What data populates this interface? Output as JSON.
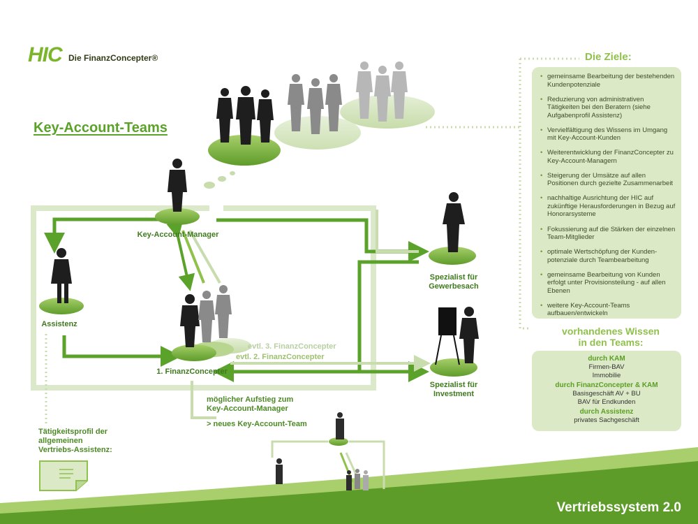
{
  "logo": {
    "brand": "HIC",
    "subtitle": "Die FinanzConcepter®"
  },
  "title": "Key-Account-Teams",
  "roles": {
    "kam": "Key-Account-Manager",
    "assistenz": "Assistenz",
    "finanzconcepter": "1. FinanzConcepter",
    "fc3": "evtl. 3. FinanzConcepter",
    "fc2": "evtl. 2. FinanzConcepter",
    "spezialist_gewerbe": [
      "Spezialist für",
      "Gewerbesach"
    ],
    "spezialist_invest": [
      "Spezialist für",
      "Investment"
    ]
  },
  "aufstieg": {
    "line1": "möglicher Aufstieg zum",
    "line2": "Key-Account-Manager",
    "line3": "> neues Key-Account-Team"
  },
  "taetigkeit": [
    "Tätigkeitsprofil der",
    "allgemeinen",
    "Vertriebs-Assistenz:"
  ],
  "ziele": {
    "heading": "Die Ziele:",
    "items": [
      "gemeinsame Bearbeitung der bestehenden Kundenpotenziale",
      "Reduzierung von administrativen Tätigkeiten bei den Beratern (siehe Aufgabenprofil Assistenz)",
      "Vervielfältigung des Wissens im Umgang mit Key-Account-Kunden",
      "Weiterentwicklung der FinanzConcepter zu Key-Account-Managern",
      "Steigerung der Umsätze auf allen Positionen durch gezielte Zusammenarbeit",
      "nachhaltige Ausrichtung der HIC auf zukünftige Herausforderungen in Bezug auf Honorarsysteme",
      "Fokussierung auf die Stärken der einzelnen Team-Mitglieder",
      "optimale Wertschöpfung der Kunden-potenziale durch Teambearbeitung",
      "gemeinsame Bearbeitung von Kunden erfolgt unter Provisionsteilung - auf allen Ebenen",
      "weitere Key-Account-Teams aufbauen/entwickeln"
    ]
  },
  "wissen": {
    "heading": [
      "vorhandenes Wissen",
      "in den Teams:"
    ],
    "groups": [
      {
        "head": "durch KAM",
        "lines": [
          "Firmen-BAV",
          "Immobilie"
        ]
      },
      {
        "head": "durch FinanzConcepter & KAM",
        "lines": [
          "Basisgeschäft AV + BU",
          "BAV für Endkunden"
        ]
      },
      {
        "head": "durch Assistenz",
        "lines": [
          "privates Sachgeschäft"
        ]
      }
    ]
  },
  "footer": "Vertriebssystem 2.0",
  "colors": {
    "green": "#5aa22a",
    "light_green": "#c8dcae",
    "box": "#dce9c6",
    "dark_green": "#3f7b1e"
  }
}
